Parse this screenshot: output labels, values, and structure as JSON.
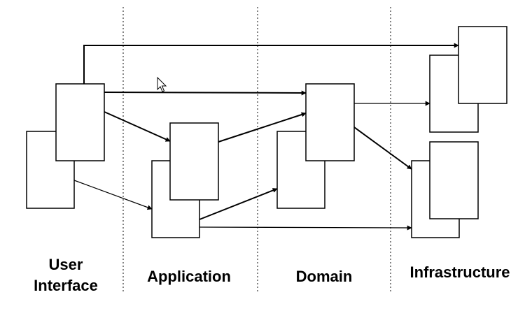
{
  "layers": {
    "user_interface": {
      "line1": "User",
      "line2": "Interface"
    },
    "application": "Application",
    "domain": "Domain",
    "infrastructure": "Infrastructure"
  },
  "cursor_icon": "mouse-pointer-icon"
}
